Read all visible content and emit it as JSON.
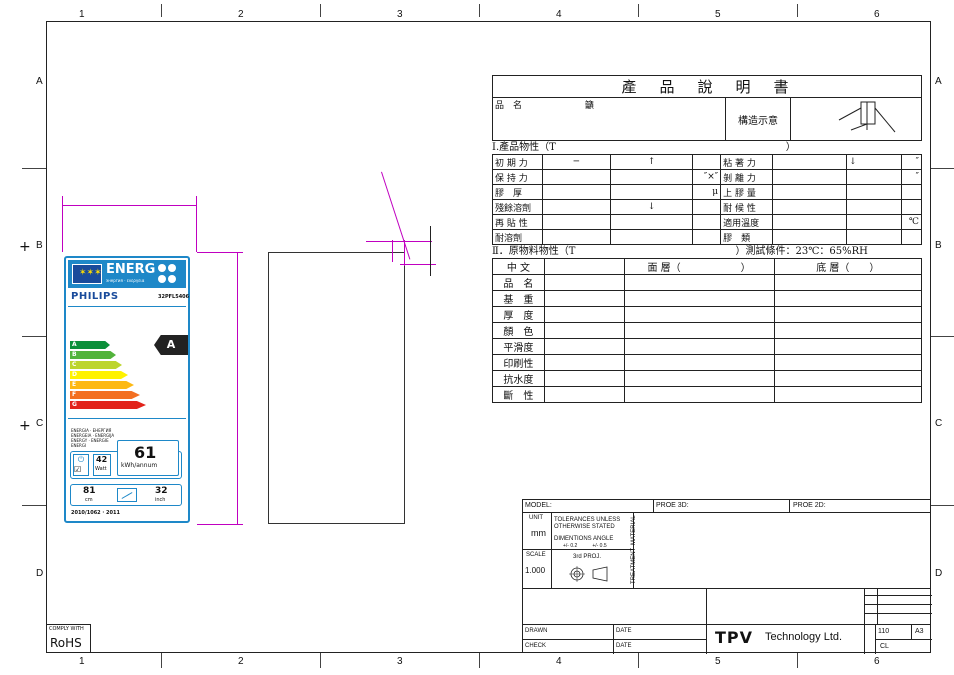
{
  "zones_top": [
    "1",
    "2",
    "3",
    "4",
    "5",
    "6"
  ],
  "zones_bottom": [
    "1",
    "2",
    "3",
    "4",
    "5",
    "6"
  ],
  "zones_left": [
    "A",
    "B",
    "C",
    "D"
  ],
  "zones_right": [
    "A",
    "B",
    "C",
    "D"
  ],
  "label": {
    "energy_title": "ENERG",
    "energy_sub": "энергия · ενεργεια",
    "brand": "PHILIPS",
    "model": "32PFL5406",
    "classes": [
      "A",
      "B",
      "C",
      "D",
      "E",
      "F",
      "G"
    ],
    "class_colors": [
      "#0b8f3a",
      "#52b33b",
      "#bdd52c",
      "#fff200",
      "#fdb913",
      "#f36f21",
      "#e2231a"
    ],
    "rating": "A",
    "languages": "ENERGIA · ЕНЕРГИЯ\nENERGEIA · ENERGIJA\nENERGY · ENERGIE\nENERGI",
    "power_value": "42",
    "power_unit": "Watt",
    "annual_value": "61",
    "annual_unit": "kWh/annum",
    "cm_value": "81",
    "cm_unit": "cm",
    "inch_value": "32",
    "inch_unit": "inch",
    "regulation": "2010/1062 · 2011"
  },
  "spec": {
    "title": "產　品　說　明　書",
    "name_label": "品　名",
    "name_value": "籲",
    "diagram_label": "構造示意",
    "section1": "Ⅰ.產品物性（T　　　　　　　　　　　　　　　　　　　　　　　）",
    "rows1": [
      [
        "初 期 力",
        "─",
        "↑",
        "",
        "粘 著 力",
        "",
        "↓",
        "″"
      ],
      [
        "保 持 力",
        "",
        "",
        "″×″",
        "剝 離 力",
        "",
        "",
        "″"
      ],
      [
        "膠　厚",
        "",
        "",
        "μ",
        "上 膠 量",
        "",
        "",
        ""
      ],
      [
        "殘餘溶劑",
        "",
        "↓",
        "",
        "耐 候 性",
        "",
        "",
        ""
      ],
      [
        "再 貼 性",
        "",
        "",
        "",
        "適用溫度",
        "",
        "",
        "℃"
      ],
      [
        "耐溶劑",
        "",
        "",
        "",
        "膠　類",
        "",
        "",
        ""
      ]
    ],
    "section2": "Ⅱ．原物料物性（T　　　　　　　　　　　　　　　　）測試條件：23℃：65%RH",
    "header2": [
      "中 文",
      "面 層（　　　　　　）",
      "底 層（　　）"
    ],
    "rows2": [
      "品　名",
      "基　重",
      "厚　度",
      "顏　色",
      "平滑度",
      "印刷性",
      "抗水度",
      "斷　性"
    ]
  },
  "titleblock": {
    "model": "MODEL:",
    "proe3d": "PROE 3D:",
    "proe2d": "PROE 2D:",
    "unit_label": "UNIT",
    "unit_value": "mm",
    "tolerance": "TOLERANCES UNLESS\nOTHERWISE STATED",
    "dimensions": "DIMENTIONS ANGLE",
    "tol_values": "+/- 0.2　　　+/- 0.5",
    "material": "MATERIAL",
    "scale_label": "SCALE",
    "scale_value": "1.000",
    "projection": "3rd PROJ.",
    "treatment": "TREATMENT",
    "drawn": "DRAWN",
    "check": "CHECK",
    "date1": "DATE",
    "date2": "DATE",
    "company_logo": "TPV",
    "company_text": "Technology Ltd.",
    "sheet_num": "110",
    "size": "A3",
    "cl": "CL"
  },
  "comply": {
    "label": "COMPLY WITH",
    "value": "RoHS"
  }
}
